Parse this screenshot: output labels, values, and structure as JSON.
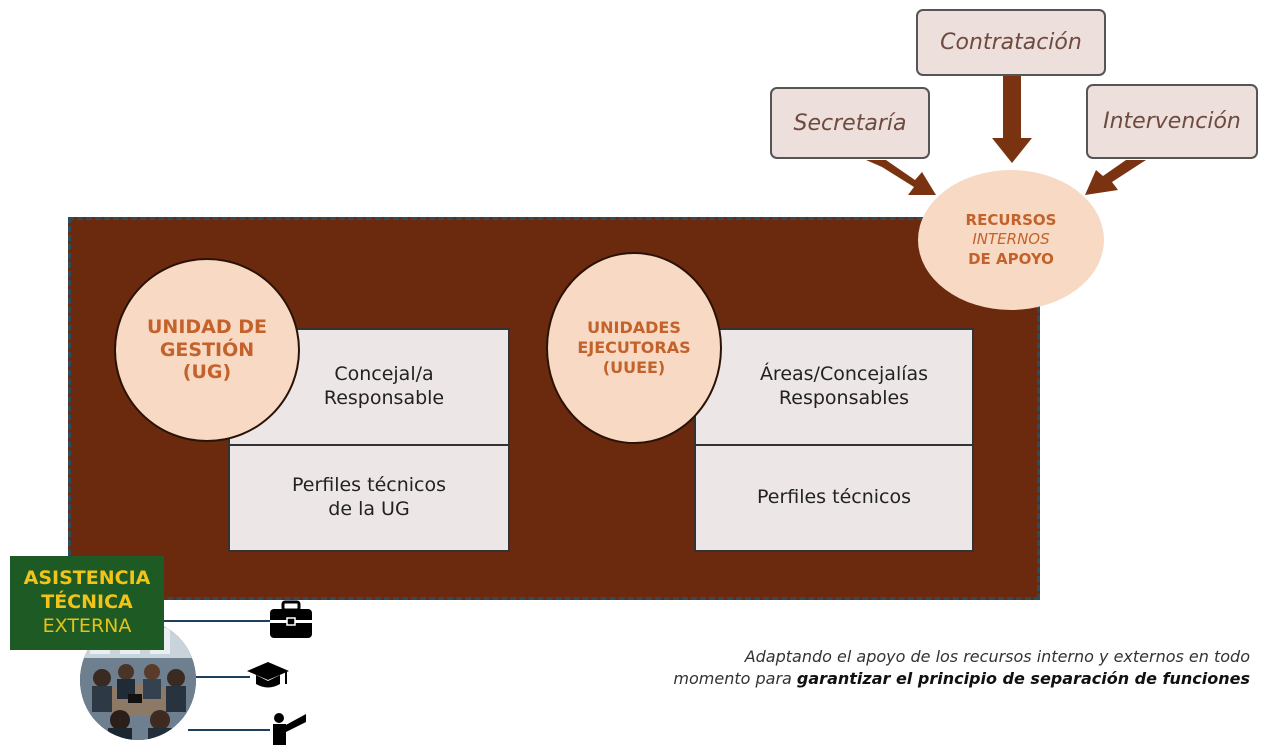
{
  "support_sources": {
    "secretaria": "Secretaría",
    "contratacion": "Contratación",
    "intervencion": "Intervención"
  },
  "internal_resources": {
    "line1": "RECURSOS",
    "line2": "INTERNOS",
    "line3": "DE APOYO"
  },
  "ug": {
    "title_line1": "UNIDAD DE",
    "title_line2": "GESTIÓN",
    "title_line3": "(UG)",
    "cell1_line1": "Concejal/a",
    "cell1_line2": "Responsable",
    "cell2_line1": "Perfiles técnicos",
    "cell2_line2": "de la UG"
  },
  "uuee": {
    "title_line1": "UNIDADES",
    "title_line2": "EJECUTORAS",
    "title_line3": "(UUEE)",
    "cell1_line1": "Áreas/Concejalías",
    "cell1_line2": "Responsables",
    "cell2": "Perfiles técnicos"
  },
  "external_assistance": {
    "line1": "ASISTENCIA",
    "line2": "TÉCNICA",
    "line3": "EXTERNA"
  },
  "footnote": {
    "line1": "Adaptando el apoyo de los recursos interno y externos en todo",
    "line2_normal": "momento para ",
    "line2_bold": "garantizar el principio de separación de funciones"
  },
  "colors": {
    "brown": "#6b2a0e",
    "arrow": "#7a3311",
    "circle_fill": "#f7d9c4",
    "circle_text": "#c3622b",
    "green": "#1e5a23",
    "gold": "#f2c318"
  },
  "icons": [
    "briefcase-icon",
    "graduation-cap-icon",
    "presenter-icon"
  ]
}
